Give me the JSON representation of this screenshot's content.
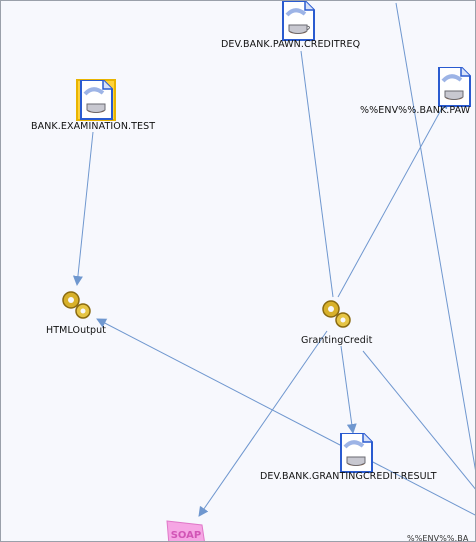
{
  "diagram": {
    "nodes": {
      "pawn_creditreq": {
        "label": "DEV.BANK.PAWN.CREDITREQ",
        "icon": "queue-document-icon"
      },
      "env_bank_pawn": {
        "label": "%%ENV%%.BANK.PAW",
        "icon": "queue-document-icon"
      },
      "examination_test": {
        "label": "BANK.EXAMINATION.TEST",
        "icon": "queue-document-icon",
        "selected": true
      },
      "html_output": {
        "label": "HTMLOutput",
        "icon": "gears-icon"
      },
      "granting_credit": {
        "label": "GrantingCredit",
        "icon": "gears-icon"
      },
      "grantingcredit_result": {
        "label": "DEV.BANK.GRANTINGCREDIT.RESULT",
        "icon": "queue-document-icon"
      },
      "soap": {
        "label": "SOAP",
        "icon": "soap-icon"
      },
      "bottom_right_partial": {
        "label": "%%ENV%%.BA",
        "icon": "queue-document-icon"
      }
    },
    "colors": {
      "edge": "#6f97cf",
      "background": "#f7f8fd",
      "document": "#2a5bd0",
      "gear": "#c9a21a",
      "soap": "#f08ad6"
    }
  }
}
